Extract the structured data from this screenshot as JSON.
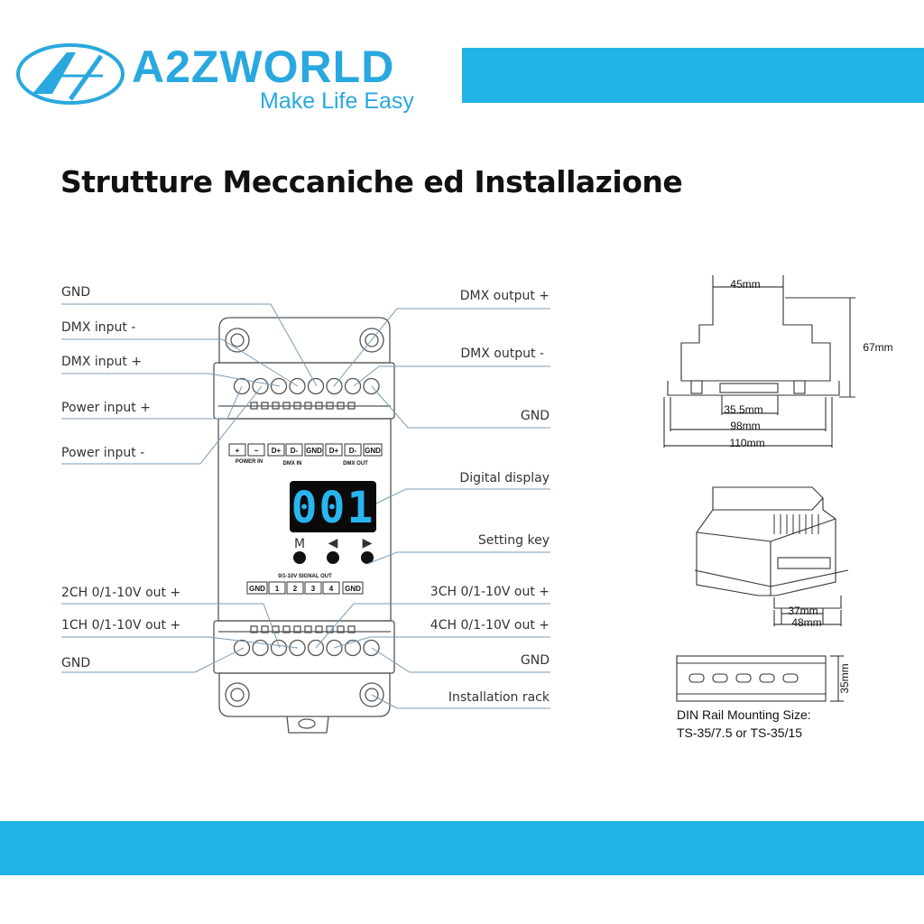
{
  "brand": {
    "name": "A2ZWORLD",
    "tagline": "Make Life Easy",
    "color": "#29a8df"
  },
  "colors": {
    "bar": "#1fb3e6",
    "display_bg": "#0a0a0a",
    "display_digits": "#29b5f0"
  },
  "title": "Strutture Meccaniche ed Installazione",
  "callouts": {
    "left": [
      "GND",
      "DMX input -",
      "DMX input +",
      "Power input +",
      "Power input -",
      "2CH 0/1-10V out +",
      "1CH 0/1-10V out +",
      "GND"
    ],
    "right": [
      "DMX output +",
      "DMX output -",
      "GND",
      "Digital display",
      "Setting key",
      "3CH 0/1-10V out +",
      "4CH 0/1-10V out +",
      "GND",
      "Installation rack"
    ]
  },
  "device": {
    "top_terminals": [
      "+",
      "−",
      "D+",
      "D-",
      "GND",
      "D+",
      "D-",
      "GND"
    ],
    "power_in": "POWER IN",
    "dmx_in": "DMX IN",
    "dmx_out": "DMX OUT",
    "display_value": "001",
    "keys": [
      "M",
      "◀",
      "▶"
    ],
    "signal_out": "0/1-10V SIGNAL OUT",
    "bottom_terminals": [
      "GND",
      "1",
      "2",
      "3",
      "4",
      "GND"
    ]
  },
  "dimensions": {
    "width_top": "45mm",
    "height": "67mm",
    "rail_gap": "35.5mm",
    "base": "98mm",
    "total": "110mm",
    "side_a": "37mm",
    "side_b": "48mm",
    "rail_height": "35mm"
  },
  "din_rail": {
    "line1": "DIN Rail Mounting Size:",
    "line2": "TS-35/7.5 or TS-35/15"
  }
}
